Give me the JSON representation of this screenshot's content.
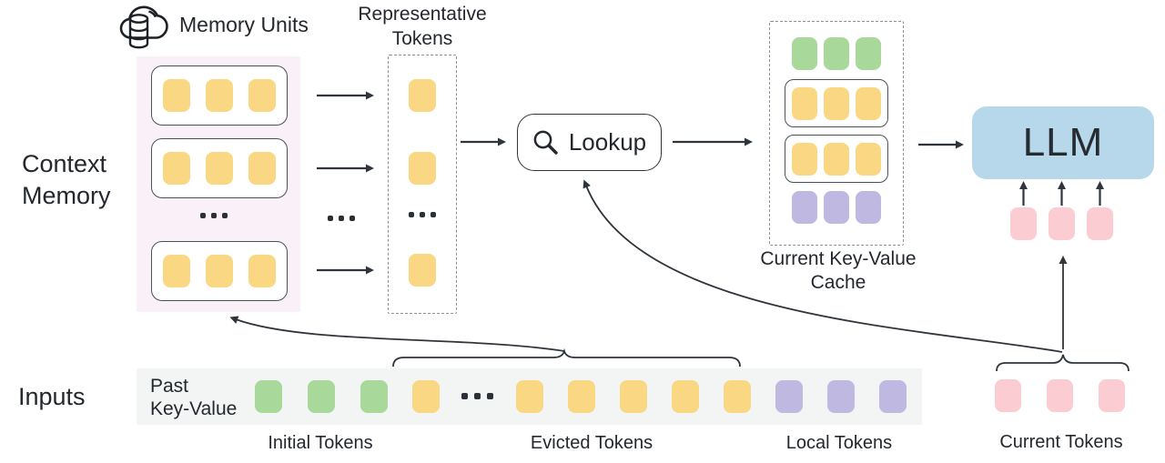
{
  "labels": {
    "context_memory": "Context\nMemory",
    "memory_units": "Memory Units",
    "representative_tokens": "Representative\nTokens",
    "lookup": "Lookup",
    "current_kv_cache": "Current Key-Value\nCache",
    "llm": "LLM",
    "inputs": "Inputs",
    "past_key_value": "Past\nKey-Value",
    "initial_tokens": "Initial Tokens",
    "evicted_tokens": "Evicted Tokens",
    "local_tokens": "Local Tokens",
    "current_tokens": "Current Tokens"
  },
  "colors": {
    "yellow": "#FAD783",
    "green": "#A8D89A",
    "purple": "#BFB9E2",
    "pink": "#FBCDD3",
    "llm_blue": "#B6D8EA",
    "memory_bg": "#FAF0F8",
    "inputs_bg": "#F2F5F4",
    "line": "#2F353B",
    "text": "#24282E"
  },
  "diagram": {
    "memory_unit_rows": [
      {
        "color": "yellow",
        "count": 3
      },
      {
        "color": "yellow",
        "count": 3
      },
      {
        "color": "yellow",
        "count": 3
      }
    ],
    "representative": [
      {
        "color": "yellow",
        "count": 1
      },
      {
        "color": "yellow",
        "count": 1
      },
      {
        "color": "yellow",
        "count": 1
      }
    ],
    "cache_rows": [
      {
        "color": "green",
        "count": 3,
        "boxed": false
      },
      {
        "color": "yellow",
        "count": 3,
        "boxed": true
      },
      {
        "color": "yellow",
        "count": 3,
        "boxed": true
      },
      {
        "color": "purple",
        "count": 3,
        "boxed": false
      }
    ],
    "llm_input_tokens": {
      "color": "pink",
      "count": 3
    },
    "input_sequence": {
      "initial": {
        "color": "green",
        "count": 3
      },
      "evicted_head": {
        "color": "yellow",
        "count": 1
      },
      "evicted_tail": {
        "color": "yellow",
        "count": 5
      },
      "local": {
        "color": "purple",
        "count": 3
      },
      "current": {
        "color": "pink",
        "count": 3
      }
    }
  }
}
